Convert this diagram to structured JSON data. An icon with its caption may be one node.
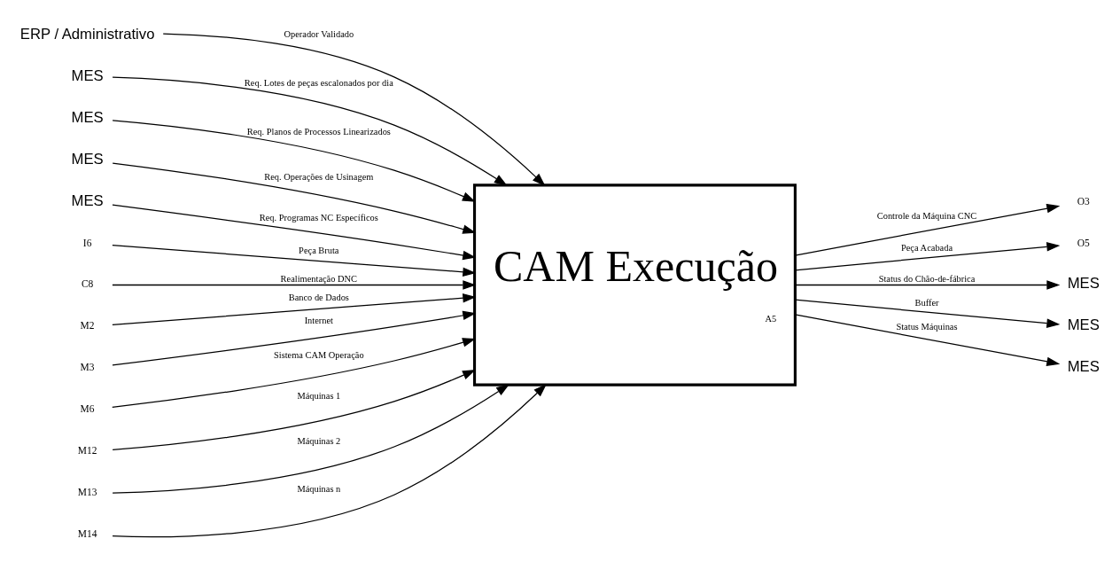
{
  "diagram": {
    "nodes": [
      {
        "text": [
          "CAM Execução",
          "A5"
        ]
      },
      {
        "text": [
          "ERP / Administrativo"
        ]
      },
      {
        "text": [
          "MES"
        ]
      },
      {
        "text": [
          "MES"
        ]
      },
      {
        "text": [
          "MES"
        ]
      },
      {
        "text": [
          "MES"
        ]
      },
      {
        "text": [
          "I6"
        ]
      },
      {
        "text": [
          "C8"
        ]
      },
      {
        "text": [
          "O3"
        ]
      },
      {
        "text": [
          "O5"
        ]
      },
      {
        "text": [
          "MES"
        ]
      },
      {
        "text": [
          "MES"
        ]
      },
      {
        "text": [
          "MES"
        ]
      },
      {
        "text": [
          "M2"
        ]
      },
      {
        "text": [
          "M3"
        ]
      },
      {
        "text": [
          "M6"
        ]
      },
      {
        "text": [
          "M12"
        ]
      },
      {
        "text": [
          "M13"
        ]
      },
      {
        "text": [
          "M14"
        ]
      }
    ],
    "edges": [
      {
        "from": 1,
        "to": 0,
        "arrow": "to",
        "label": "Operador Validado"
      },
      {
        "from": 2,
        "to": 0,
        "arrow": "to",
        "label": "Req. Lotes de peças escalonados por dia"
      },
      {
        "from": 3,
        "to": 0,
        "arrow": "to",
        "label": "Req. Planos de Processos Linearizados"
      },
      {
        "from": 4,
        "to": 0,
        "arrow": "to",
        "label": "Req. Operações de Usinagem"
      },
      {
        "from": 5,
        "to": 0,
        "arrow": "to",
        "label": "Req. Programas NC Específicos"
      },
      {
        "from": 6,
        "to": 0,
        "arrow": "to",
        "label": "Peça Bruta"
      },
      {
        "from": 7,
        "to": 0,
        "arrow": "to",
        "label": "Realimentação DNC"
      },
      {
        "from": 0,
        "to": 8,
        "arrow": "to",
        "label": "Controle da Máquina CNC"
      },
      {
        "from": 0,
        "to": 9,
        "arrow": "to",
        "label": "Peça Acabada"
      },
      {
        "from": 0,
        "to": 12,
        "arrow": "to",
        "label": "Status do Chão-de-fábrica"
      },
      {
        "from": 0,
        "to": 11,
        "arrow": "to",
        "label": "Buffer"
      },
      {
        "from": 0,
        "to": 10,
        "arrow": "to",
        "label": "Status Máquinas"
      },
      {
        "from": 13,
        "to": 0,
        "arrow": "to",
        "label": "Banco de Dados"
      },
      {
        "from": 14,
        "to": 0,
        "arrow": "to",
        "label": "Internet"
      },
      {
        "from": 15,
        "to": 0,
        "arrow": "to",
        "label": "Sistema CAM Operação"
      },
      {
        "from": 16,
        "to": 0,
        "arrow": "to",
        "label": "Máquinas 1"
      },
      {
        "from": 17,
        "to": 0,
        "arrow": "to",
        "label": "Máquinas 2"
      },
      {
        "from": 18,
        "to": 0,
        "arrow": "to",
        "label": "Máquinas n"
      }
    ]
  }
}
